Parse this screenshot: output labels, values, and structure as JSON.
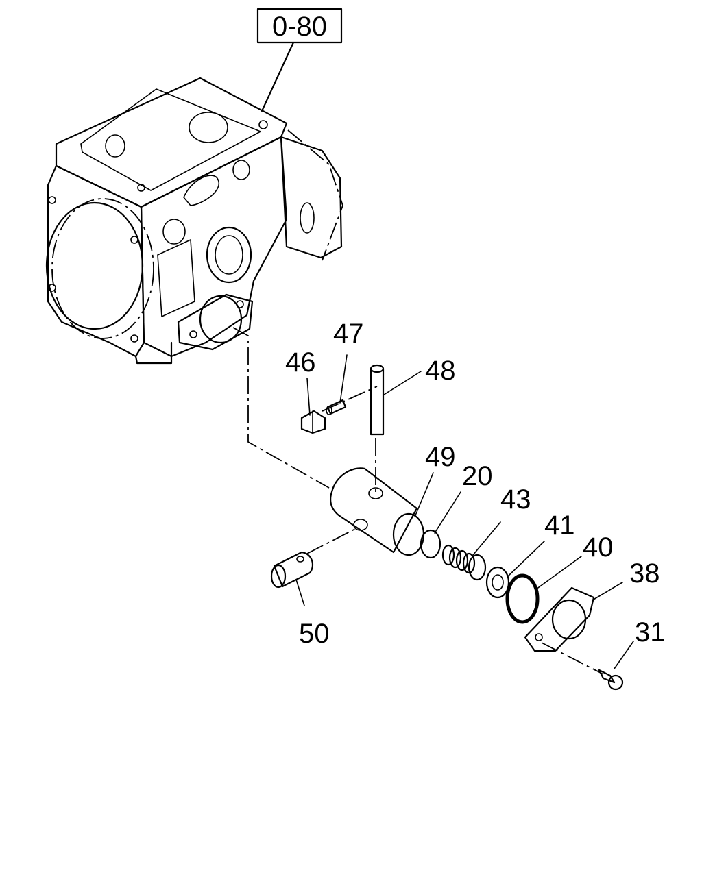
{
  "reference_box": {
    "text": "0-80"
  },
  "callouts": [
    {
      "number": "47"
    },
    {
      "number": "46"
    },
    {
      "number": "48"
    },
    {
      "number": "49"
    },
    {
      "number": "20"
    },
    {
      "number": "43"
    },
    {
      "number": "41"
    },
    {
      "number": "40"
    },
    {
      "number": "38"
    },
    {
      "number": "31"
    },
    {
      "number": "50"
    }
  ]
}
